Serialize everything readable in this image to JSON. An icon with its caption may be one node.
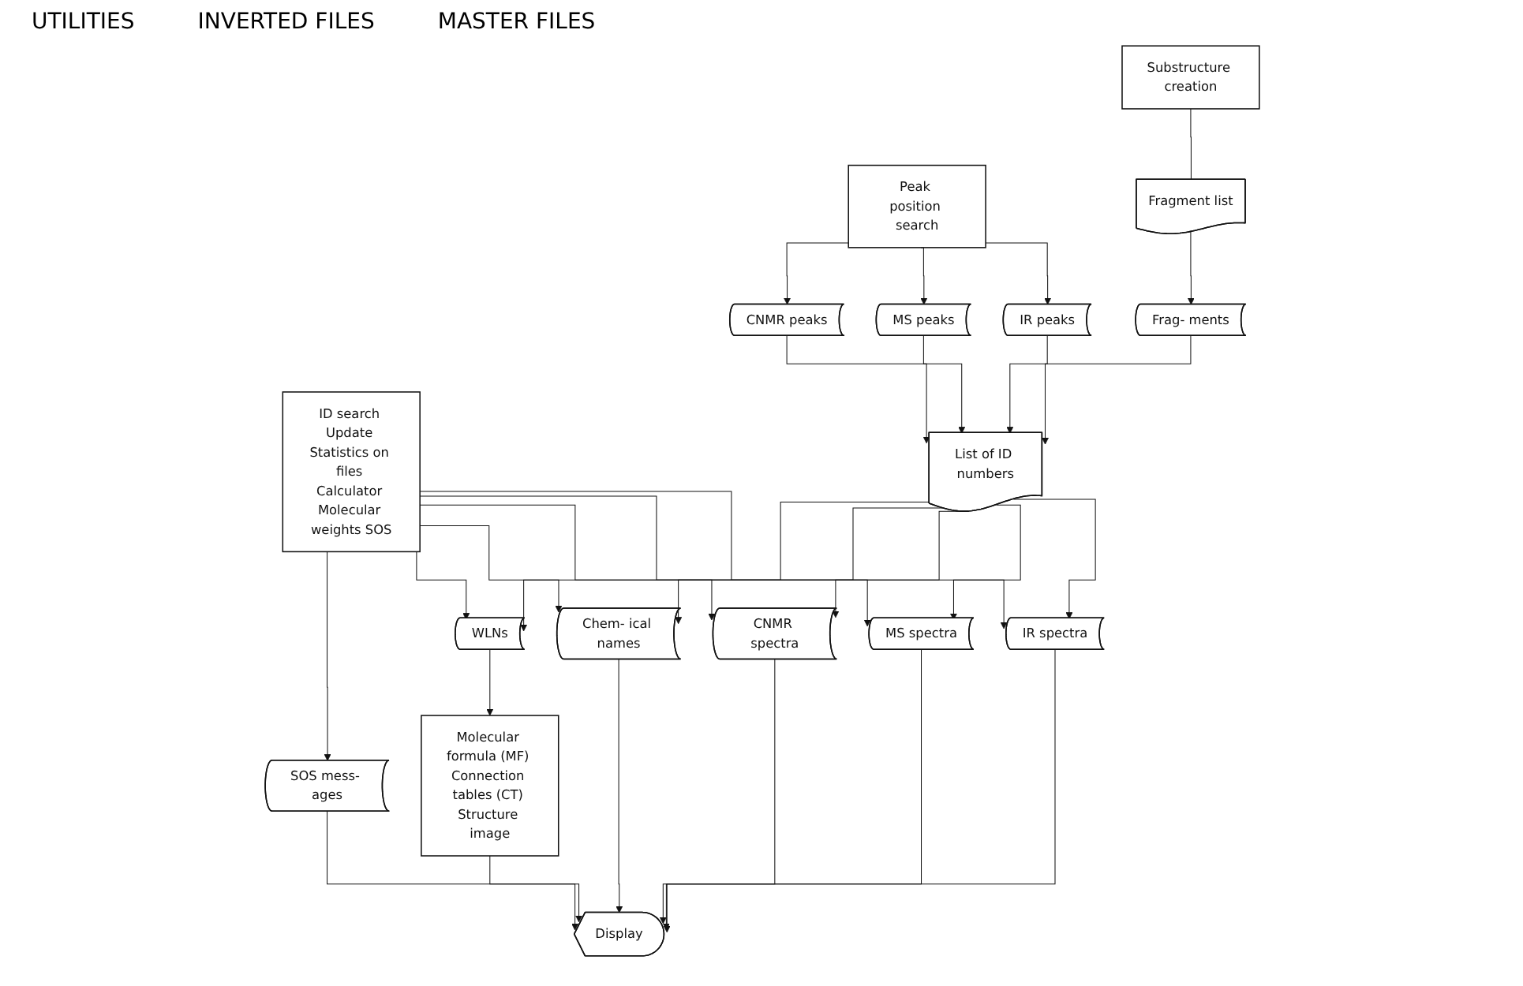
{
  "diagram": {
    "nodes": [
      {
        "text": [
          "Peak position search"
        ]
      },
      {
        "text": [
          "Substructure creation"
        ]
      },
      {
        "text": [
          "Fragment list"
        ]
      },
      {
        "text": [
          "ID search Update Statistics on files Calculator Molecular weights SOS"
        ]
      },
      {
        "text": [
          "IR peaks"
        ]
      },
      {
        "text": [
          "MS peaks"
        ]
      },
      {
        "text": [
          "CNMR peaks"
        ]
      },
      {
        "text": [
          "Frag- ments"
        ]
      },
      {
        "text": [
          "List of ID numbers"
        ]
      },
      {
        "text": [
          "IR spectra"
        ]
      },
      {
        "text": [
          "MS spectra"
        ]
      },
      {
        "text": [
          "CNMR spectra"
        ]
      },
      {
        "text": [
          "Chem- ical names"
        ]
      },
      {
        "text": [
          "WLNs"
        ]
      },
      {
        "text": [
          "SOS mess- ages"
        ]
      },
      {
        "text": [
          "Display"
        ]
      },
      {
        "text": [
          "Molecular formula (MF) Connection tables (CT) Structure image"
        ]
      }
    ],
    "edges": [
      {
        "from": 0,
        "to": 4,
        "arrow": "to"
      },
      {
        "from": 0,
        "to": 5,
        "arrow": "to"
      },
      {
        "from": 0,
        "to": 6,
        "arrow": "to"
      },
      {
        "from": 1,
        "to": 2,
        "arrow": "none"
      },
      {
        "from": 2,
        "to": 7,
        "arrow": "to"
      },
      {
        "from": 4,
        "to": 8,
        "arrow": "to"
      },
      {
        "from": 5,
        "to": 8,
        "arrow": "to"
      },
      {
        "from": 6,
        "to": 8,
        "arrow": "to"
      },
      {
        "from": 7,
        "to": 8,
        "arrow": "to"
      },
      {
        "from": 3,
        "to": 9,
        "arrow": "to"
      },
      {
        "from": 3,
        "to": 10,
        "arrow": "to"
      },
      {
        "from": 3,
        "to": 11,
        "arrow": "to"
      },
      {
        "from": 3,
        "to": 12,
        "arrow": "to"
      },
      {
        "from": 3,
        "to": 13,
        "arrow": "to"
      },
      {
        "from": 8,
        "to": 9,
        "arrow": "to"
      },
      {
        "from": 8,
        "to": 10,
        "arrow": "to"
      },
      {
        "from": 8,
        "to": 11,
        "arrow": "to"
      },
      {
        "from": 8,
        "to": 12,
        "arrow": "to"
      },
      {
        "from": 8,
        "to": 13,
        "arrow": "to"
      },
      {
        "from": 3,
        "to": 14,
        "arrow": "to"
      },
      {
        "from": 9,
        "to": 15,
        "arrow": "to"
      },
      {
        "from": 10,
        "to": 15,
        "arrow": "to"
      },
      {
        "from": 11,
        "to": 15,
        "arrow": "to"
      },
      {
        "from": 12,
        "to": 15,
        "arrow": "to"
      },
      {
        "from": 14,
        "to": 15,
        "arrow": "to"
      },
      {
        "from": 13,
        "to": 16,
        "arrow": "to"
      },
      {
        "from": 16,
        "to": 15,
        "arrow": "to"
      }
    ],
    "labels": [
      "UTILITIES",
      "INVERTED FILES",
      "MASTER FILES"
    ]
  }
}
